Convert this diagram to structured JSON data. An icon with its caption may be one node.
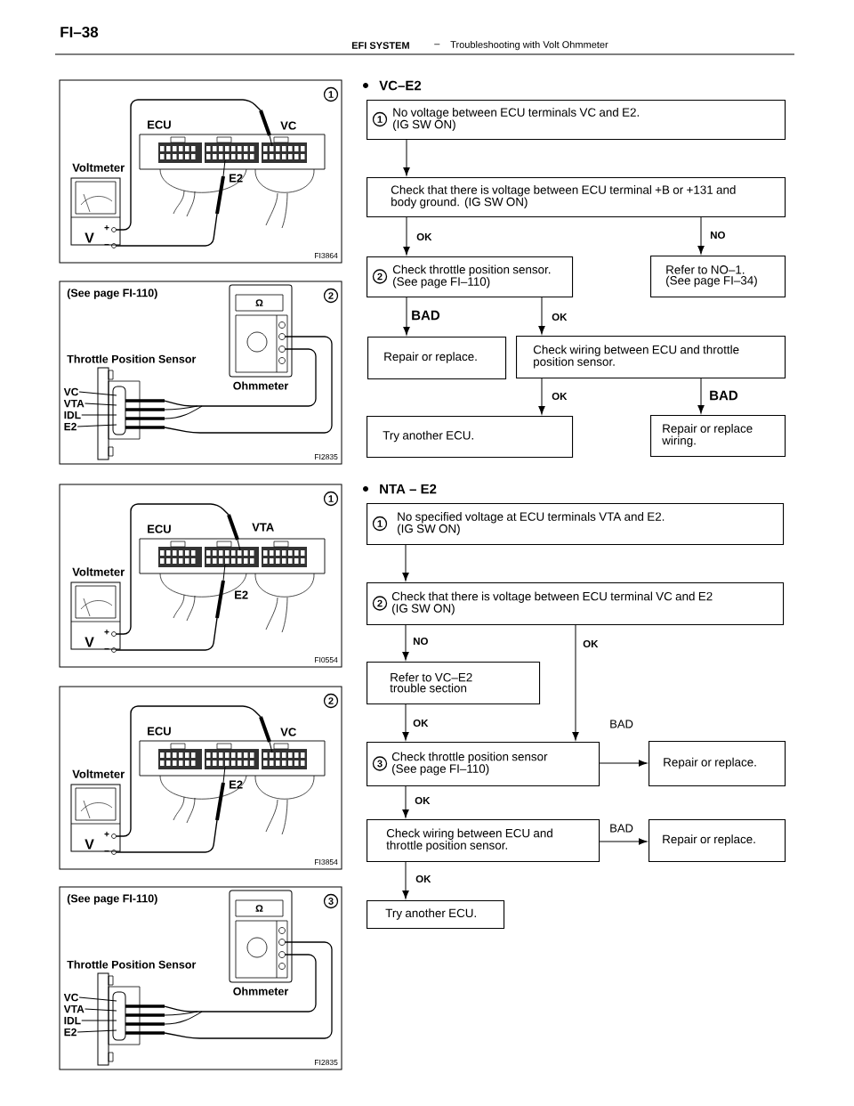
{
  "diagram": {
    "nodes": [
      {
        "text": [
          "1",
          "No voltage between ECU terminals VC and E2. (IG SW ON)"
        ]
      },
      {
        "text": [
          "Check that there is voltage between ECU terminal +B or +131 and body ground. (IG SW ON)"
        ]
      },
      {
        "text": [
          "2",
          "Check throttle position sensor. (See page FI–110)"
        ]
      },
      {
        "text": [
          "Refer to NO–1. (See page FI–34)"
        ]
      },
      {
        "text": [
          "Repair or replace."
        ]
      },
      {
        "text": [
          "Check wiring between ECU and throttle position sensor."
        ]
      },
      {
        "text": [
          "Try another ECU."
        ]
      },
      {
        "text": [
          "Repair or replace wiring."
        ]
      },
      {
        "text": [
          "1",
          "No specified voltage at ECU terminals VTA and E2. (IG SW ON)"
        ]
      },
      {
        "text": [
          "2",
          "Check that there is voltage between ECU terminal VC and E2 (IG SW ON)"
        ]
      },
      {
        "text": [
          "Refer to VC–E2 trouble section"
        ]
      },
      {
        "text": [
          "3",
          "Check throttle position sensor (See page FI–110)"
        ]
      },
      {
        "text": [
          "Repair or replace."
        ]
      },
      {
        "text": [
          "Check wiring between ECU and throttle position sensor."
        ]
      },
      {
        "text": [
          "Repair or replace."
        ]
      },
      {
        "text": [
          "Try another ECU."
        ]
      },
      {
        "text": [
          "VC"
        ]
      },
      {
        "text": [
          "VTA"
        ]
      },
      {
        "text": [
          "IDL"
        ]
      },
      {
        "text": [
          "E2"
        ]
      },
      {
        "text": [
          "VC"
        ]
      },
      {
        "text": [
          "VTA"
        ]
      },
      {
        "text": [
          "IDL"
        ]
      },
      {
        "text": [
          "E2"
        ]
      }
    ],
    "edges": [
      {
        "from": 0,
        "to": 1,
        "arrow": "to"
      },
      {
        "from": 1,
        "to": 2,
        "arrow": "to",
        "label": "OK"
      },
      {
        "from": 1,
        "to": 3,
        "arrow": "to",
        "label": "NO"
      },
      {
        "from": 2,
        "to": 4,
        "arrow": "to",
        "label": "BAD"
      },
      {
        "from": 2,
        "to": 5,
        "arrow": "to",
        "label": "OK"
      },
      {
        "from": 5,
        "to": 6,
        "arrow": "to",
        "label": "OK"
      },
      {
        "from": 5,
        "to": 7,
        "arrow": "to",
        "label": "BAD"
      },
      {
        "from": 8,
        "to": 9,
        "arrow": "to"
      },
      {
        "from": 9,
        "to": 10,
        "arrow": "to",
        "label": "NO"
      },
      {
        "from": 9,
        "to": 11,
        "arrow": "to",
        "label": "OK"
      },
      {
        "from": 10,
        "to": 11,
        "arrow": "to",
        "label": "OK"
      },
      {
        "from": 11,
        "to": 12,
        "arrow": "to",
        "label": "BAD"
      },
      {
        "from": 11,
        "to": 13,
        "arrow": "to",
        "label": "OK"
      },
      {
        "from": 13,
        "to": 14,
        "arrow": "to",
        "label": "BAD"
      },
      {
        "from": 13,
        "to": 15,
        "arrow": "to",
        "label": "OK"
      },
      {
        "from": 16,
        "to": null,
        "arrow": "none"
      },
      {
        "from": 17,
        "to": null,
        "arrow": "none"
      },
      {
        "from": 18,
        "to": null,
        "arrow": "none"
      },
      {
        "from": 19,
        "to": null,
        "arrow": "none"
      },
      {
        "from": 20,
        "to": null,
        "arrow": "none"
      },
      {
        "from": 21,
        "to": null,
        "arrow": "none"
      },
      {
        "from": 22,
        "to": null,
        "arrow": "none"
      },
      {
        "from": 23,
        "to": null,
        "arrow": "none"
      }
    ],
    "labels": [
      "FI–38",
      "EFI SYSTEM",
      "–",
      "Troubleshooting with Volt Ohmmeter",
      "VC–E2",
      "NTA – E2",
      "1",
      "ECU",
      "VC",
      "Voltmeter",
      "E2",
      "V",
      "+",
      "−",
      "FI3864",
      "(See page FI-110)",
      "2",
      "Ω",
      "Throttle Position Sensor",
      "Ohmmeter",
      "FI2835",
      "1",
      "ECU",
      "VTA",
      "Voltmeter",
      "E2",
      "V",
      "+",
      "−",
      "FI0554",
      "2",
      "ECU",
      "VC",
      "Voltmeter",
      "E2",
      "V",
      "+",
      "−",
      "FI3854",
      "(See page FI-110)",
      "3",
      "Ω",
      "Throttle Position Sensor",
      "Ohmmeter",
      "FI2835"
    ]
  }
}
